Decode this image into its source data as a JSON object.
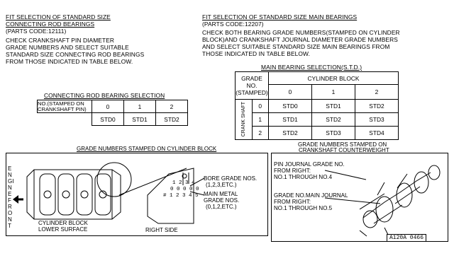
{
  "left_section": {
    "title_line1": "FIT SELECTION OF STANDARD SIZE",
    "title_line2": "CONNECTING ROD BEARINGS",
    "parts_code": "(PARTS CODE:12111)",
    "instructions": [
      "CHECK CRANKSHAFT PIN DIAMETER",
      "GRADE NUMBERS AND SELECT SUITABLE",
      "STANDARD SIZE CONNECTING ROD BEARINGS",
      "FROM THOSE INDICATED IN TABLE BELOW."
    ]
  },
  "right_section": {
    "title": "FIT SELECTION OF STANDARD SIZE MAIN BEARINGS",
    "parts_code": "(PARTS CODE:12207)",
    "instructions": [
      "CHECK BOTH BEARING GRADE NUMBERS(STAMPED ON CYLINDER",
      "BLOCK)AND CRANKSHAFT JOURNAL DIAMETER GRADE NUMBERS",
      "AND SELECT SUITABLE STANDARD SIZE MAIN BEARINGS FROM",
      "THOSE INDICATED IN TABLE BELOW."
    ]
  },
  "rod_table": {
    "title": "CONNECTING ROD BEARING SELECTION",
    "header_line1": "NO.(STAMPED ON",
    "header_line2": "CRANKSHAFT PIN)",
    "grades": [
      "0",
      "1",
      "2"
    ],
    "values": [
      "STD0",
      "STD1",
      "STD2"
    ]
  },
  "main_table": {
    "title": "MAIN BEARING SELECTION(S.T.D.)",
    "corner_line1": "GRADE NO.",
    "corner_line2": "(STAMPED)",
    "block_header": "CYLINDER BLOCK",
    "block_grades": [
      "0",
      "1",
      "2"
    ],
    "crank_label": "CRANK SHAFT",
    "rows": [
      {
        "grade": "0",
        "values": [
          "STD0",
          "STD1",
          "STD2"
        ]
      },
      {
        "grade": "1",
        "values": [
          "STD1",
          "STD2",
          "STD3"
        ]
      },
      {
        "grade": "2",
        "values": [
          "STD2",
          "STD3",
          "STD4"
        ]
      }
    ]
  },
  "left_diagram": {
    "caption": "GRADE NUMBERS STAMPED ON CYLINDER BLOCK",
    "engine_front": "ENGINE FRONT",
    "block_label_line1": "CYLINDER BLOCK",
    "block_label_line2": "LOWER SURFACE",
    "right_side": "RIGHT SIDE",
    "stamp_rows": [
      "1 2 3 4",
      "0 0 0 0 0",
      "# 1 2 3 4 5"
    ],
    "bore_label": [
      "BORE GRADE NOS.",
      "(1,2,3,ETC.)"
    ],
    "metal_label": [
      "MAIN METAL",
      "GRADE NOS.",
      "(0,1,2,ETC.)"
    ]
  },
  "right_diagram": {
    "caption_line1": "GRADE NUMBERS STAMPED ON",
    "caption_line2": "CRANKSHAFT COUNTERWEIGHT",
    "pin_label": [
      "PIN JOURNAL GRADE NO.",
      "FROM RIGHT:",
      "NO.1 THROUGH NO.4"
    ],
    "main_label": [
      "GRADE NO.MAIN JOURNAL",
      "FROM RIGHT:",
      "NO.1 THROUGH NO.5"
    ]
  },
  "figure_code": "A120A 0466"
}
